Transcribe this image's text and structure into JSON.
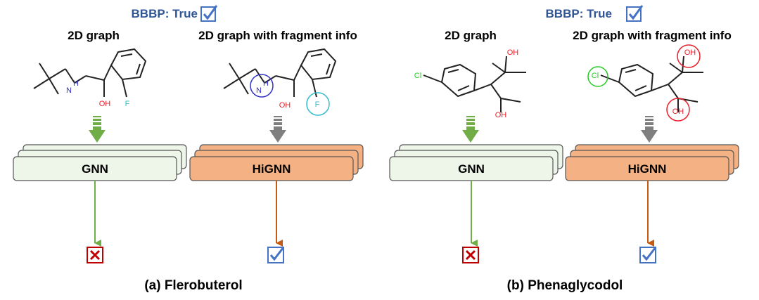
{
  "panels": [
    {
      "bbbp_label": "BBBP: True",
      "left_title": "2D graph",
      "right_title": "2D graph with fragment info",
      "left_model": "GNN",
      "right_model": "HiGNN",
      "atoms": {
        "nitrogen": "H\nN",
        "hydroxyl": "OH",
        "halogen": "F"
      },
      "caption": "(a) Flerobuterol",
      "left_result": "wrong",
      "right_result": "correct"
    },
    {
      "bbbp_label": "BBBP: True",
      "left_title": "2D graph",
      "right_title": "2D graph with fragment info",
      "left_model": "GNN",
      "right_model": "HiGNN",
      "atoms": {
        "halogen": "Cl",
        "hydroxyl_top": "OH",
        "hydroxyl_bottom": "OH"
      },
      "caption": "(b) Phenaglycodol",
      "left_result": "wrong",
      "right_result": "correct"
    }
  ],
  "colors": {
    "bbbp_text": "#2f5597",
    "check_blue": "#4472c4",
    "cross_red": "#c00000",
    "gnn_fill": "#eef5e9",
    "gnn_stroke": "#555555",
    "higgn_fill": "#f4b183",
    "green_arrow": "#70ad47",
    "gray_arrow": "#7f7f7f",
    "orange_arrow": "#c55a11",
    "n_blue": "#3333cc",
    "o_red": "#e8202a",
    "f_cyan": "#33bbcc",
    "cl_green": "#22cc22"
  },
  "icons": [
    "check-box-icon",
    "cross-box-icon",
    "down-arrow-icon"
  ]
}
